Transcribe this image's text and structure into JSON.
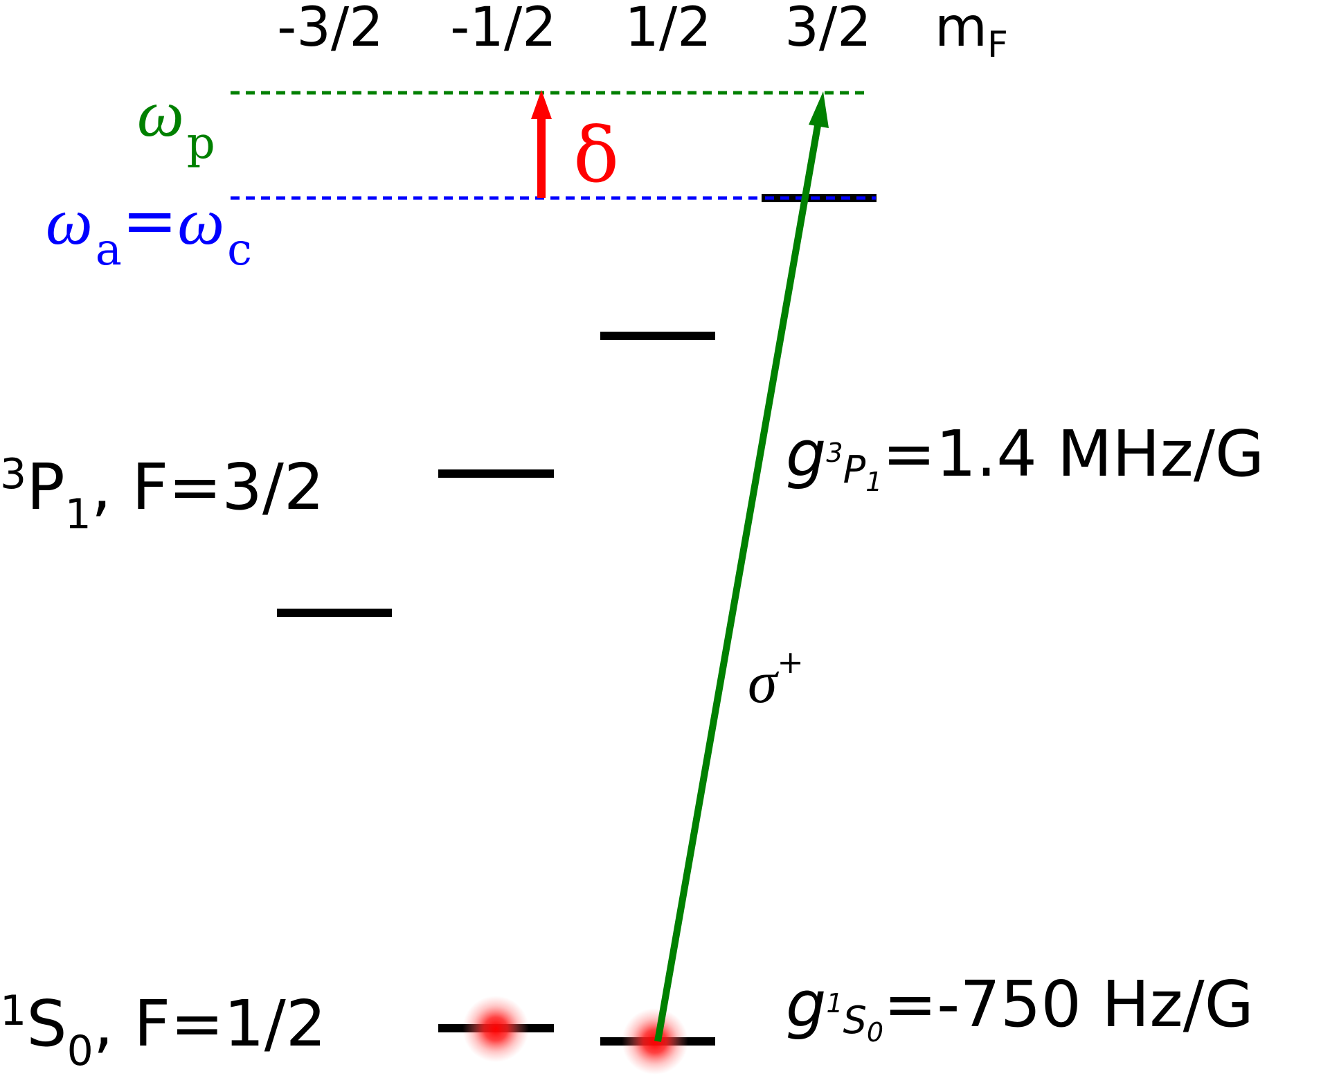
{
  "mf_header": {
    "values": [
      "-3/2",
      "-1/2",
      "1/2",
      "3/2"
    ],
    "label_main": "m",
    "label_sub": "F"
  },
  "omega_p": {
    "symbol": "ω",
    "sub": "p"
  },
  "omega_ac": {
    "sym1": "ω",
    "sub1": "a",
    "eq": "=",
    "sym2": "ω",
    "sub2": "c"
  },
  "delta": {
    "symbol": "δ"
  },
  "excited_state": {
    "sup": "3",
    "letter": "P",
    "sub": "1",
    "rest": ", F=3/2"
  },
  "ground_state": {
    "sup": "1",
    "letter": "S",
    "sub": "0",
    "rest": ", F=1/2"
  },
  "g_excited": {
    "g": "g",
    "sup": "3",
    "letter": "P",
    "sub": "1",
    "value": "=1.4 MHz/G"
  },
  "g_ground": {
    "g": "g",
    "sup": "1",
    "letter": "S",
    "sub": "0",
    "value": "=-750 Hz/G"
  },
  "transition": {
    "symbol": "σ",
    "sup": "+"
  },
  "colors": {
    "level": "#000000",
    "probe": "#008000",
    "atom_cavity": "#0000ff",
    "detuning": "#ff0000",
    "atom_glow": "#ff0000"
  }
}
